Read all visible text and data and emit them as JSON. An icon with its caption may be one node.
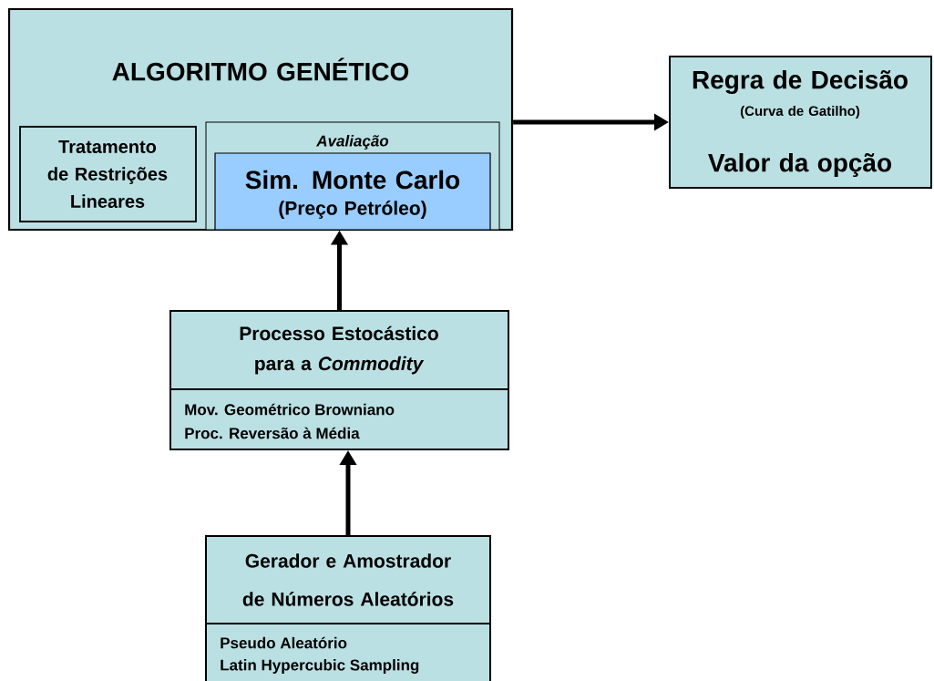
{
  "diagram": {
    "nodes": [
      {
        "text": [
          "ALGORITMO GENÉTICO"
        ]
      },
      {
        "text": [
          "Tratamento de Restrições Lineares"
        ],
        "in": 0
      },
      {
        "text": [
          "Avaliação"
        ],
        "in": 0
      },
      {
        "text": [
          "Sim. Monte Carlo",
          "(Preço Petróleo)"
        ],
        "in": 2
      },
      {
        "text": [
          "Regra de Decisão",
          "(Curva de Gatilho)",
          "Valor da opção"
        ]
      },
      {
        "text": [
          "Processo Estocástico para a *Commodity*",
          "Mov. Geométrico Browniano",
          "Proc. Reversão à Média"
        ]
      },
      {
        "text": [
          "Gerador e Amostrador de Números Aleatórios",
          "Pseudo Aleatório",
          "Latin Hypercubic Sampling"
        ]
      }
    ],
    "edges": [
      {
        "from": 0,
        "to": 4,
        "arrow": "to"
      },
      {
        "from": 5,
        "to": 3,
        "arrow": "to"
      },
      {
        "from": 6,
        "to": 5,
        "arrow": "to"
      }
    ]
  }
}
